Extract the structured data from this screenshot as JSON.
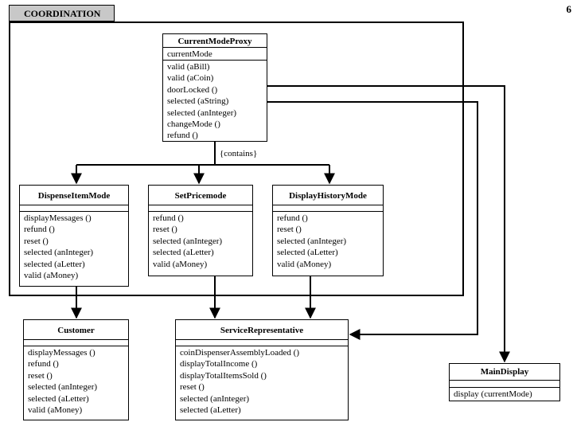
{
  "page_number": "6",
  "package": {
    "name": "COORDINATION"
  },
  "contains_label": "{contains}",
  "classes": {
    "proxy": {
      "name": "CurrentModeProxy",
      "attributes": [
        "currentMode"
      ],
      "operations": [
        "valid (aBill)",
        "valid (aCoin)",
        "doorLocked ()",
        "selected (aString)",
        "selected (anInteger)",
        "changeMode ()",
        "refund ()"
      ]
    },
    "dispense": {
      "name": "DispenseItemMode",
      "operations": [
        "displayMessages ()",
        "refund ()",
        "reset ()",
        "selected (anInteger)",
        "selected (aLetter)",
        "valid (aMoney)"
      ]
    },
    "setprice": {
      "name": "SetPricemode",
      "operations": [
        "refund ()",
        "reset ()",
        "selected (anInteger)",
        "selected (aLetter)",
        "valid (aMoney)"
      ]
    },
    "history": {
      "name": "DisplayHistoryMode",
      "operations": [
        "refund ()",
        "reset ()",
        "selected (anInteger)",
        "selected (aLetter)",
        "valid (aMoney)"
      ]
    },
    "customer": {
      "name": "Customer",
      "operations": [
        "displayMessages ()",
        "refund ()",
        "reset ()",
        "selected (anInteger)",
        "selected (aLetter)",
        "valid (aMoney)"
      ]
    },
    "service": {
      "name": "ServiceRepresentative",
      "operations": [
        "coinDispenserAssemblyLoaded ()",
        "displayTotalIncome ()",
        "displayTotalItemsSold ()",
        "reset ()",
        "selected (anInteger)",
        "selected (aLetter)"
      ]
    },
    "maindisplay": {
      "name": "MainDisplay",
      "operations": [
        "display (currentMode)"
      ]
    }
  },
  "colors": {
    "line": "#000000",
    "package_tab": "#c8c8c8",
    "background": "#ffffff"
  }
}
